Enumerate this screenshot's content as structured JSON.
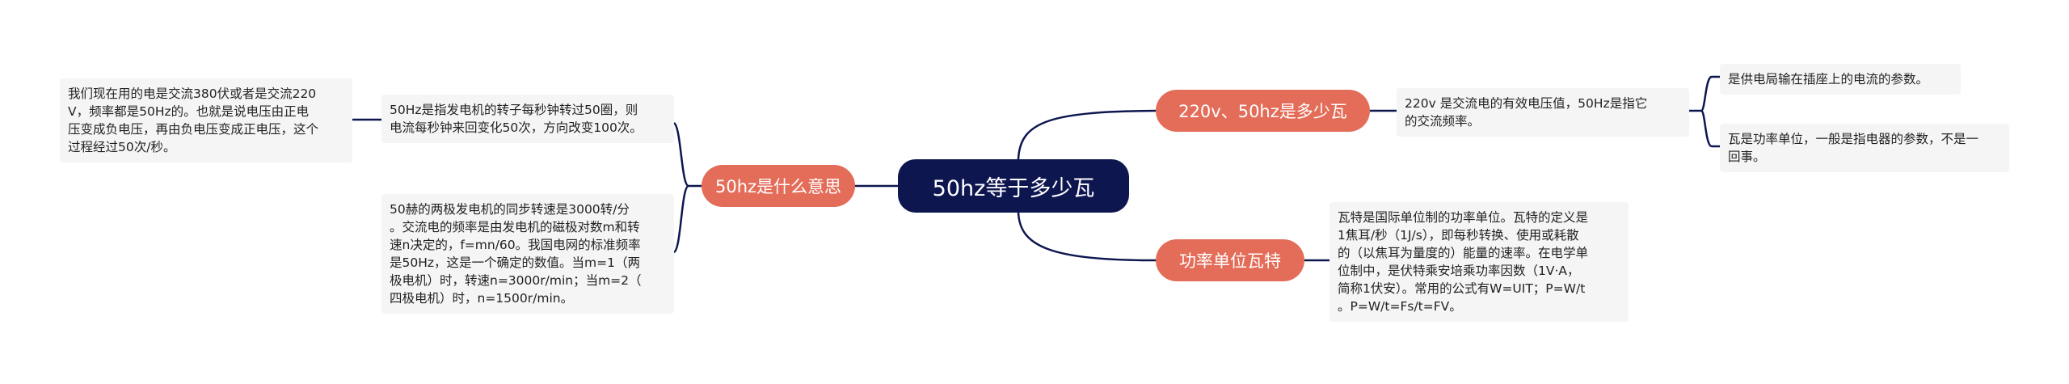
{
  "root": {
    "label": "50hz等于多少瓦"
  },
  "branches": [
    {
      "label": "220v、50hz是多少瓦",
      "detail": "220v 是交流电的有效电压值，50Hz是指它\n的交流频率。",
      "children": [
        "是供电局输在插座上的电流的参数。",
        "瓦是功率单位，一般是指电器的参数，不是一\n回事。"
      ]
    },
    {
      "label": "功率单位瓦特",
      "detail": "瓦特是国际单位制的功率单位。瓦特的定义是\n1焦耳/秒（1J/s），即每秒转换、使用或耗散\n的（以焦耳为量度的）能量的速率。在电学单\n位制中，是伏特乘安培乘功率因数（1V·A，\n简称1伏安）。常用的公式有W=UIT；P=W/t\n。P=W/t=Fs/t=FV。"
    },
    {
      "label": "50hz是什么意思",
      "details": [
        {
          "text": "50Hz是指发电机的转子每秒钟转过50圈，则\n电流每秒钟来回变化50次，方向改变100次。",
          "child": "我们现在用的电是交流380伏或者是交流220\nV，频率都是50Hz的。也就是说电压由正电\n压变成负电压，再由负电压变成正电压，这个\n过程经过50次/秒。"
        },
        {
          "text": "50赫的两极发电机的同步转速是3000转/分\n。交流电的频率是由发电机的磁极对数m和转\n速n决定的，f=mn/60。我国电网的标准频率\n是50Hz，这是一个确定的数值。当m=1（两\n极电机）时，转速n=3000r/min；当m=2（\n四极电机）时，n=1500r/min。"
        }
      ]
    }
  ],
  "colors": {
    "root_fill": "#0e1650",
    "branch_fill": "#e46d5a",
    "leaf_fill": "#f5f5f5",
    "line": "#0e1650"
  }
}
